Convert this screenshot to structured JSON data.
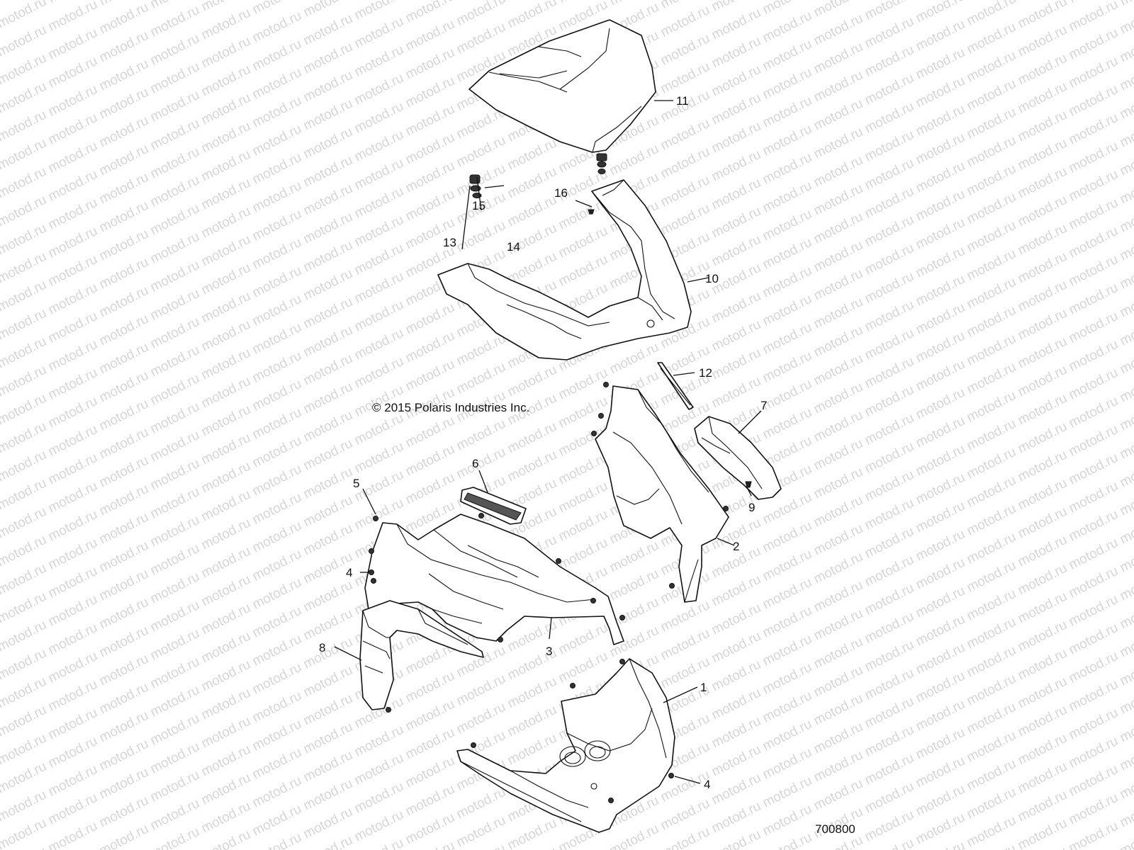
{
  "watermark": {
    "text": "motod.ru"
  },
  "copyright": "© 2015 Polaris Industries Inc.",
  "figure_number": "700800",
  "callouts": [
    {
      "id": "c11",
      "label": "11"
    },
    {
      "id": "c16",
      "label": "16"
    },
    {
      "id": "c15",
      "label": "15"
    },
    {
      "id": "c13",
      "label": "13"
    },
    {
      "id": "c14",
      "label": "14"
    },
    {
      "id": "c10",
      "label": "10"
    },
    {
      "id": "c12",
      "label": "12"
    },
    {
      "id": "c7",
      "label": "7"
    },
    {
      "id": "c6",
      "label": "6"
    },
    {
      "id": "c5",
      "label": "5"
    },
    {
      "id": "c9",
      "label": "9"
    },
    {
      "id": "c2",
      "label": "2"
    },
    {
      "id": "c4a",
      "label": "4"
    },
    {
      "id": "c3",
      "label": "3"
    },
    {
      "id": "c8",
      "label": "8"
    },
    {
      "id": "c1",
      "label": "1"
    },
    {
      "id": "c4b",
      "label": "4"
    }
  ],
  "parts": [
    {
      "name": "hood-cover",
      "callout": "11"
    },
    {
      "name": "upper-dash-panel",
      "callout": "10"
    },
    {
      "name": "trim-strip",
      "callout": "12"
    },
    {
      "name": "right-side-panel",
      "callout": "2"
    },
    {
      "name": "right-bracket-panel",
      "callout": "7"
    },
    {
      "name": "vent-grille",
      "callout": "6"
    },
    {
      "name": "center-dash-panel",
      "callout": "3"
    },
    {
      "name": "left-side-panel",
      "callout": "8"
    },
    {
      "name": "lower-floor-console",
      "callout": "1"
    }
  ]
}
